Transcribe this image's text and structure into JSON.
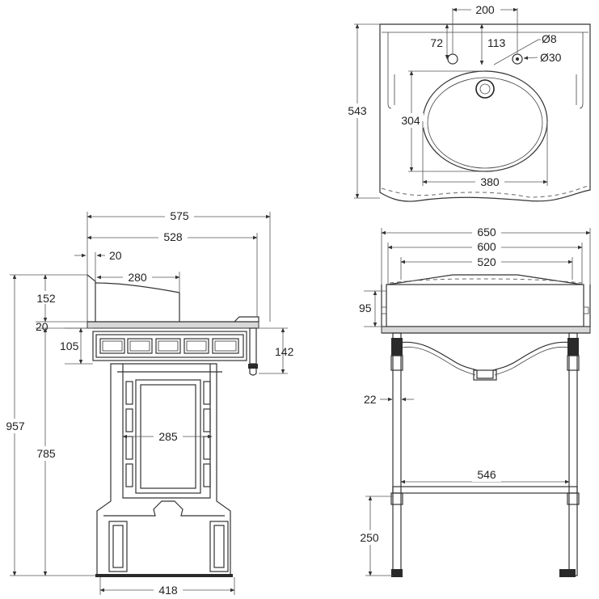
{
  "plan_view": {
    "tap_spacing": "200",
    "tap_hole_left_offset": "72",
    "tap_hole_right_offset": "113",
    "small_hole_diameter": "Ø8",
    "tap_hole_diameter": "Ø30",
    "depth": "543",
    "bowl_depth": "304",
    "bowl_width": "380"
  },
  "side_view": {
    "overall_depth": "575",
    "inner_depth": "528",
    "upstand_thickness": "20",
    "bowl_depth": "280",
    "upstand_height": "152",
    "top_thickness": "20",
    "frieze_height": "105",
    "rail_height": "142",
    "total_height": "957",
    "stand_height": "785",
    "inner_panel_width": "285",
    "base_width": "418"
  },
  "front_view": {
    "overall_width": "650",
    "inner_width": "600",
    "bowl_width": "520",
    "upstand_height": "95",
    "leg_size": "22",
    "shelf_width": "546",
    "shelf_height": "250"
  }
}
